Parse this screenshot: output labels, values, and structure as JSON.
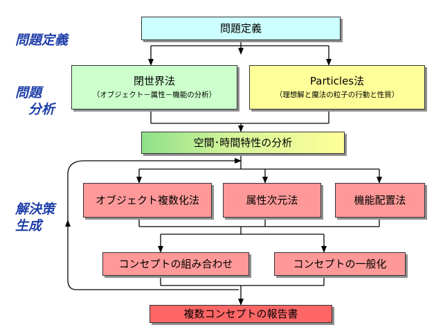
{
  "stage_labels": {
    "definition": "問題定義",
    "analysis": "問題\n　分析",
    "generation": "解決策\n生成"
  },
  "boxes": {
    "problem_definition": "問題定義",
    "closed_world": {
      "title": "閉世界法",
      "subtitle": "（オブジェクト－属性－機能の分析）"
    },
    "particles": {
      "title": "Particles法",
      "subtitle": "（理想解と魔法の粒子の行動と性質）"
    },
    "space_time": "空間･時間特性の分析",
    "object_multiplication": "オブジェクト複数化法",
    "attribute_dimension": "属性次元法",
    "function_allocation": "機能配置法",
    "concept_combination": "コンセプトの組み合わせ",
    "concept_generalization": "コンセプトの一般化",
    "report": "複数コンセプトの報告書"
  },
  "colors": {
    "label_blue": "#1f3fa8",
    "definition_fill": "#ccffff",
    "closed_world_fill": "#ccffcc",
    "particles_fill": "#ffff99",
    "space_time_gradient": [
      "#8fe08a",
      "#ffff99"
    ],
    "generation_fill": "#ff9999",
    "report_fill": "#ff6666"
  }
}
